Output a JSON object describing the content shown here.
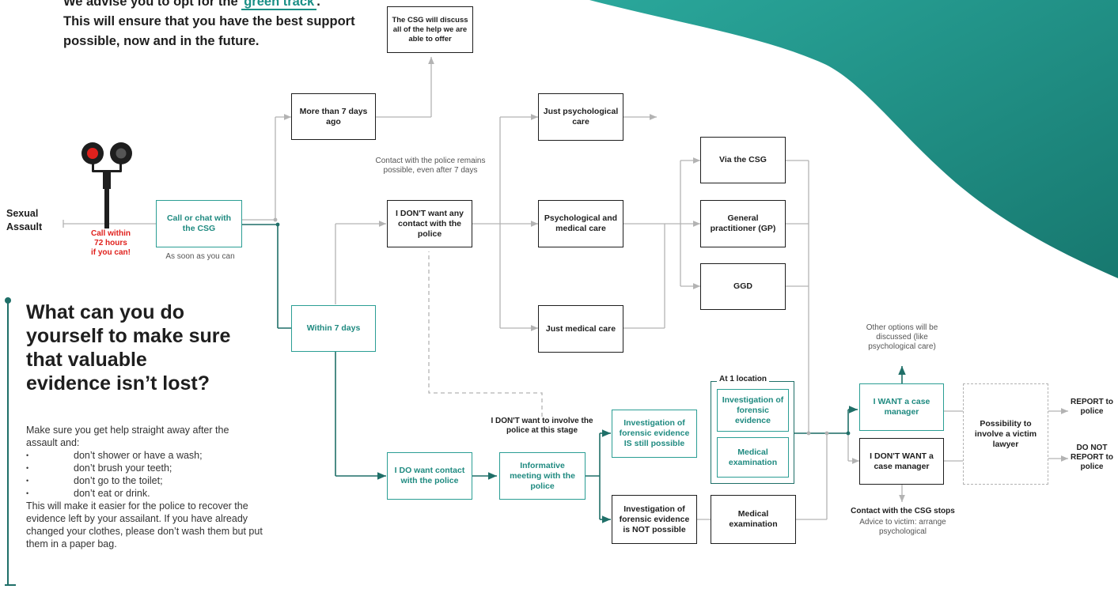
{
  "colors": {
    "teal": "#2b9e94",
    "dark": "#1e1e1e",
    "grey": "#b3b3b3",
    "red": "#e0211d",
    "decoration": "#1f8a83"
  },
  "intro": {
    "line1_before": "We advise you to opt for the ",
    "green_track": "green track",
    "line1_after": ".",
    "line2": "This will ensure that you have the best support possible, now and in the future."
  },
  "start": {
    "label_line1": "Sexual",
    "label_line2": "Assault",
    "traffic_light_icon": "traffic-light-icon",
    "call_within": [
      "Call within",
      "72 hours",
      "if you can!"
    ]
  },
  "nodes": {
    "csg_discuss": "The CSG will discuss all of the help we are able to offer",
    "more_than_7": "More than 7 days ago",
    "call_chat": "Call or chat with the CSG",
    "asap": "As soon as you can",
    "within_7": "Within 7 days",
    "contact_possible": "Contact with the police remains possible, even after 7 days",
    "dont_want": {
      "before": "I ",
      "strong": "DON'T",
      "after": " want any contact with the police"
    },
    "just_psych": "Just psychological care",
    "psych_medical": "Psychological and medical care",
    "just_medical": "Just medical care",
    "via_csg": "Via the CSG",
    "gp": "General practitioner (GP)",
    "ggd": "GGD",
    "do_want": {
      "before": "I ",
      "strong": "DO",
      "after": " want contact with the police"
    },
    "informative": "Informative meeting with the police",
    "dont_involve": {
      "before": "I ",
      "strong": "DON'T",
      "after": " want to involve the police at this stage"
    },
    "forensic_possible": {
      "before": "Investigation of forensic evidence ",
      "strong": "IS",
      "after": " still possible"
    },
    "at_one_location": "At 1 location",
    "forensic_investigation": "Investigation of forensic evidence",
    "medical_exam_inner": "Medical examination",
    "forensic_not_possible": {
      "before": "Investigation of forensic evidence is ",
      "strong": "NOT",
      "after": " possible"
    },
    "medical_exam": "Medical examination",
    "other_options": "Other options will be discussed (like psychological care)",
    "want_cm": {
      "before": "I ",
      "strong": "WANT",
      "after": " a case manager"
    },
    "dont_want_cm": {
      "before": "I ",
      "strong": "DON'T WANT",
      "after": " a case manager"
    },
    "contact_stops": "Contact with the CSG stops",
    "advice": "Advice to victim: arrange psychological",
    "victim_lawyer": "Possibility to involve a victim lawyer",
    "report": "REPORT to police",
    "do_not_report": "DO NOT REPORT to police"
  },
  "evidence": {
    "heading": "What can you do yourself to make sure that valuable evidence isn’t lost?",
    "intro": "Make sure you get help straight away after the assault and:",
    "items": [
      "don’t shower or have a wash;",
      "don’t brush your teeth;",
      "don’t go to the toilet;",
      "don’t eat or drink."
    ],
    "outro": "This will make it easier for the police to recover the evidence left by your assailant. If you have already changed your clothes, please don’t wash them but put them in a paper bag."
  }
}
